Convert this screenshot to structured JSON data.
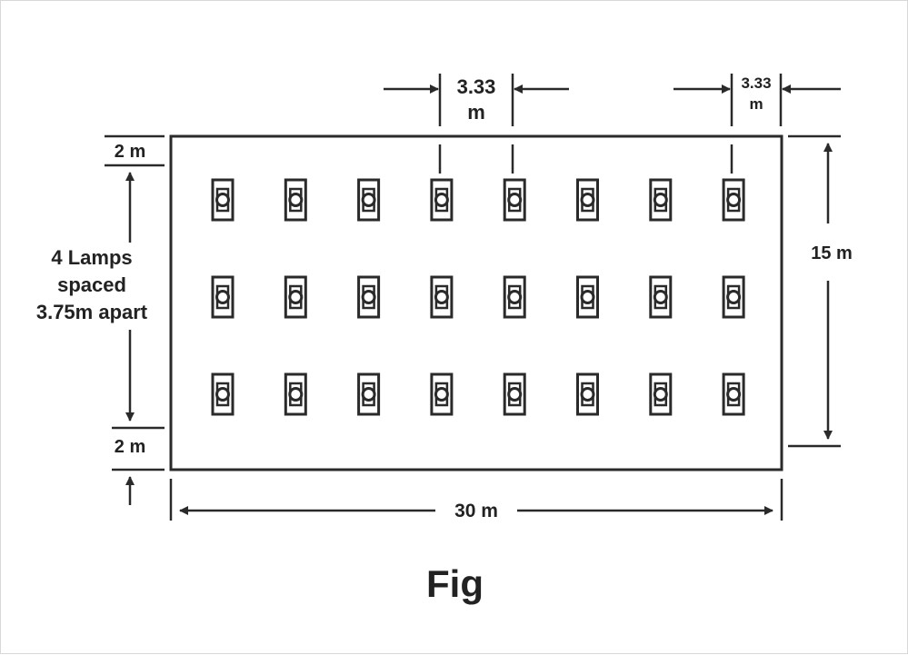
{
  "colors": {
    "ink": "#2a2a2a",
    "paper": "#ffffff"
  },
  "labels": {
    "spacing_top_line1": "3.33",
    "spacing_top_line2": "m",
    "spacing_edge_line1": "3.33",
    "spacing_edge_line2": "m",
    "top_margin": "2 m",
    "bottom_margin": "2 m",
    "lamps_line1": "4 Lamps",
    "lamps_line2": "spaced",
    "lamps_line3": "3.75m apart",
    "height": "15 m",
    "width": "30 m"
  },
  "layout_grid": {
    "rows": 3,
    "columns": 8
  },
  "caption": "Fig"
}
